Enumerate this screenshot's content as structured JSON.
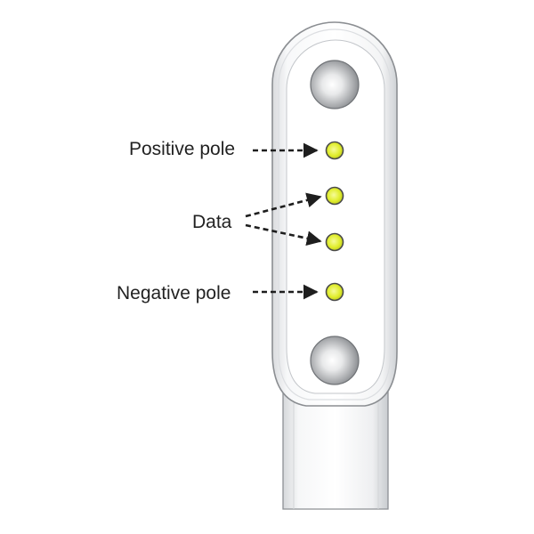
{
  "labels": {
    "positive": "Positive pole",
    "data": "Data",
    "negative": "Negative pole"
  },
  "colors": {
    "pin": "#e4f03a",
    "pin_outline": "#555555",
    "housing": "#f4f5f6",
    "outline": "#8a8a8a"
  }
}
